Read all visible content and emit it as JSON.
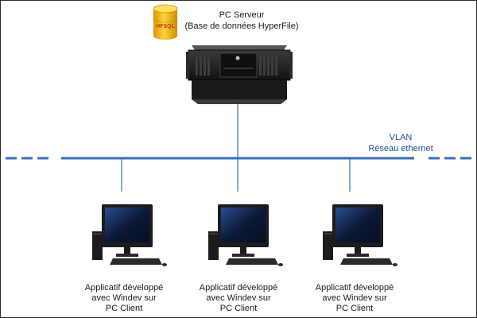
{
  "server": {
    "db_badge": "HFSQL",
    "title": "PC Serveur",
    "subtitle": "(Base de données HyperFile)"
  },
  "network": {
    "name": "VLAN",
    "type": "Réseau ethernet",
    "color": "#3c6db6"
  },
  "clients": [
    {
      "line1": "Applicatif développé",
      "line2": "avec Windev sur",
      "line3": "PC Client"
    },
    {
      "line1": "Applicatif développé",
      "line2": "avec Windev sur",
      "line3": "PC Client"
    },
    {
      "line1": "Applicatif développé",
      "line2": "avec Windev sur",
      "line3": "PC Client"
    }
  ],
  "colors": {
    "network_line": "#3c6db6",
    "db_cylinder": "#f2b705",
    "db_text": "#c8321e",
    "hardware": "#1c1c1c",
    "screen": "#0b1a38",
    "label_blue": "#1f4e96"
  }
}
